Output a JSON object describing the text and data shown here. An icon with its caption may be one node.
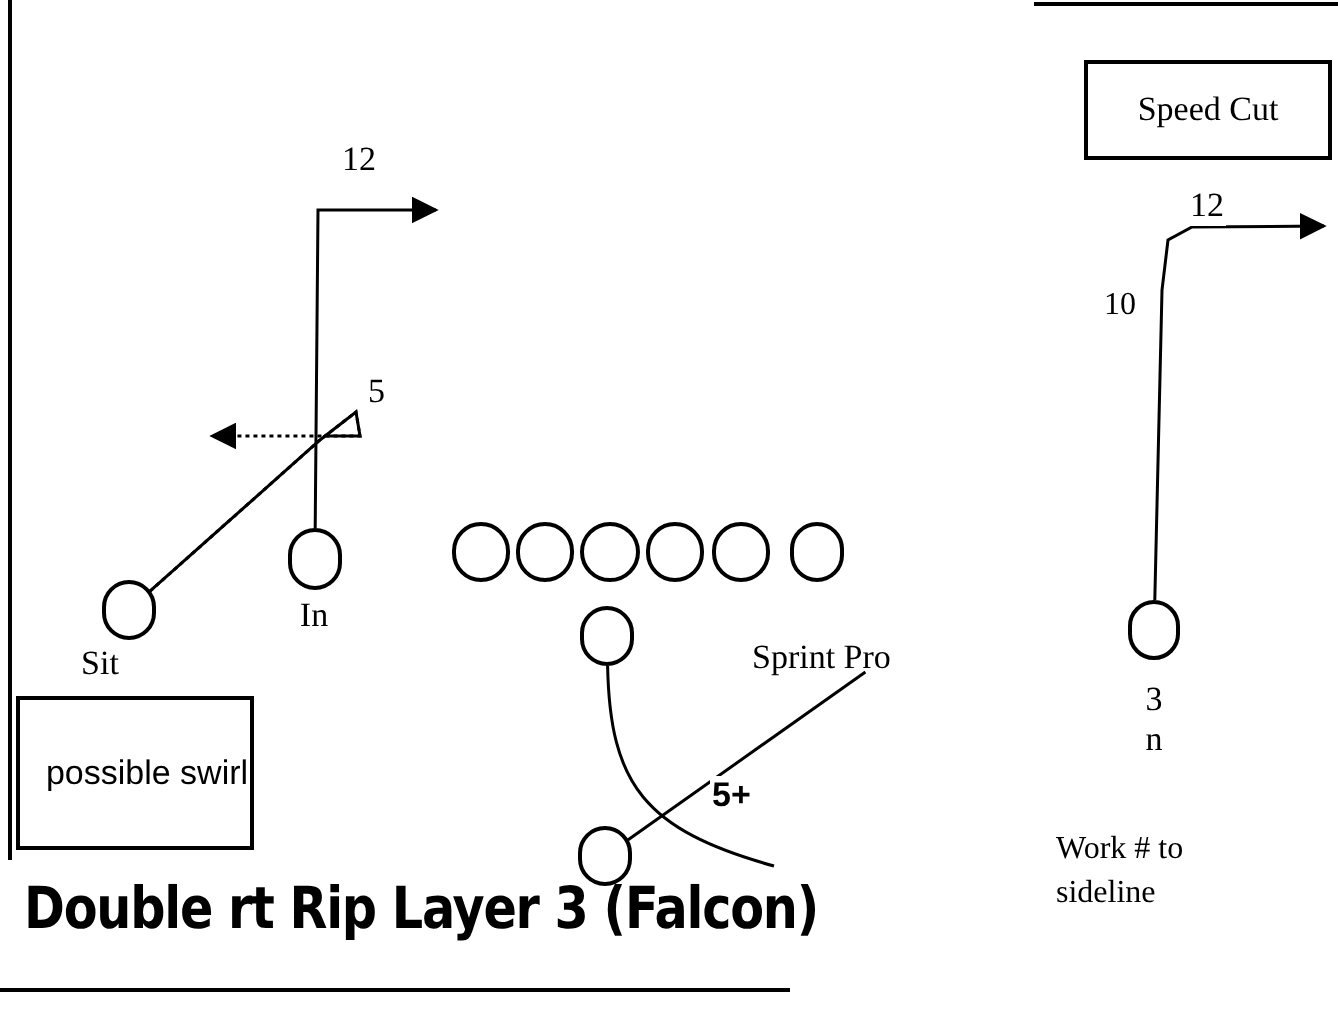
{
  "diagram": {
    "title": "Double rt Rip Layer 3 (Falcon)",
    "nodes": [
      {
        "text": [],
        "shape": "circle",
        "beside": [
          "Sit"
        ]
      },
      {
        "text": [],
        "shape": "circle",
        "beside": [
          "In"
        ]
      },
      {
        "text": [],
        "shape": "circle"
      },
      {
        "text": [],
        "shape": "circle"
      },
      {
        "text": [],
        "shape": "circle"
      },
      {
        "text": [],
        "shape": "circle"
      },
      {
        "text": [],
        "shape": "circle"
      },
      {
        "text": [],
        "shape": "circle"
      },
      {
        "text": [],
        "shape": "circle"
      },
      {
        "text": [],
        "shape": "circle"
      },
      {
        "text": [],
        "shape": "circle",
        "beside": [
          "3",
          "n"
        ]
      },
      {
        "text": [
          "possible swirl"
        ]
      },
      {
        "text": [
          "Speed Cut"
        ]
      },
      {
        "text": [
          "Sprint Pro"
        ]
      }
    ],
    "edges": [
      {
        "from": 0,
        "to": null,
        "arrow": "none",
        "label": "5"
      },
      {
        "from": 1,
        "to": null,
        "arrow": "to",
        "label": "12"
      },
      {
        "from": 8,
        "to": null,
        "arrow": "none"
      },
      {
        "from": 9,
        "to": 13,
        "arrow": "none",
        "label": "5+"
      },
      {
        "from": 10,
        "to": null,
        "arrow": "to",
        "label": "12"
      },
      {
        "from": 0,
        "to": null,
        "arrow": "to",
        "style": "dashed"
      }
    ],
    "labels": [
      "10",
      "Work # to sideline"
    ]
  }
}
